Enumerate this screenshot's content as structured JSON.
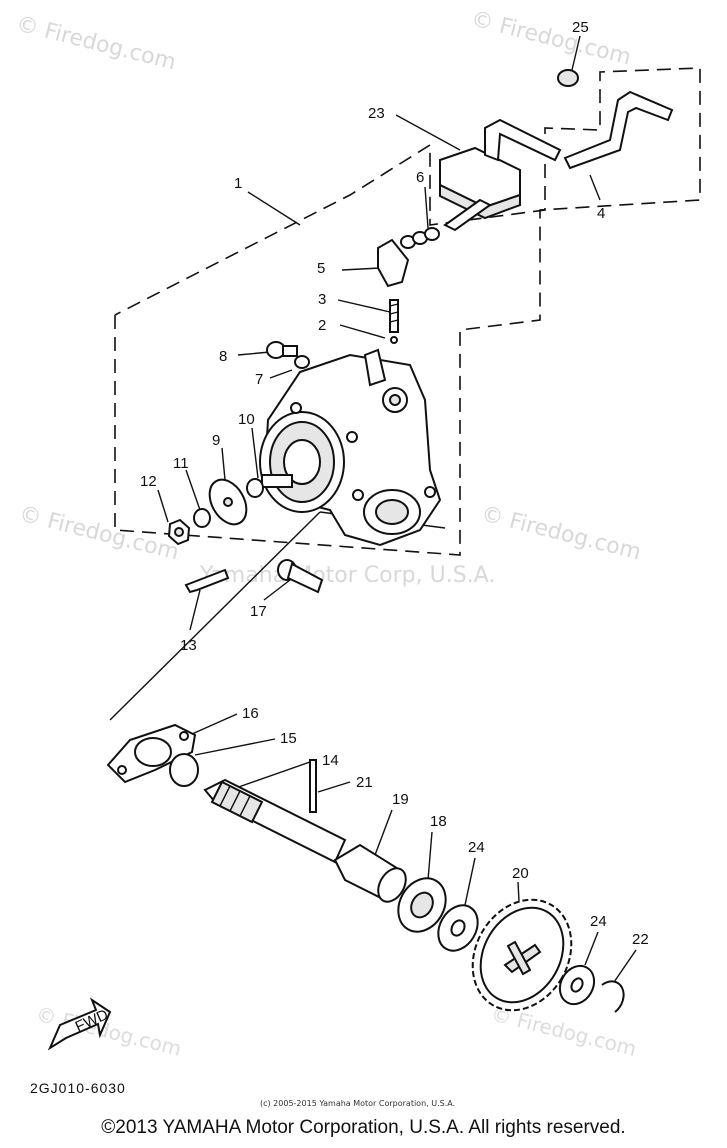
{
  "watermarks": {
    "top_left": "© Firedog.com",
    "top_right": "© Firedog.com",
    "mid_left": "© Firedog.com",
    "mid_right": "© Firedog.com",
    "center": "Yamaha Motor Corp, U.S.A.",
    "bottom_left": "© Firedog.com",
    "bottom_right": "© Firedog.com"
  },
  "callouts": {
    "p1": "1",
    "p2": "2",
    "p3": "3",
    "p4": "4",
    "p5": "5",
    "p6": "6",
    "p7": "7",
    "p8": "8",
    "p9": "9",
    "p10": "10",
    "p11": "11",
    "p12": "12",
    "p13": "13",
    "p14": "14",
    "p15": "15",
    "p16": "16",
    "p17": "17",
    "p18": "18",
    "p19": "19",
    "p20": "20",
    "p21": "21",
    "p22": "22",
    "p23": "23",
    "p24a": "24",
    "p24b": "24",
    "p25": "25"
  },
  "fwd_label": "FWD",
  "diagram_code": "2GJ010-6030",
  "small_copyright": "(c) 2005-2015 Yamaha Motor Corporation, U.S.A.",
  "footer_copyright": "©2013 YAMAHA Motor Corporation, U.S.A. All rights reserved."
}
